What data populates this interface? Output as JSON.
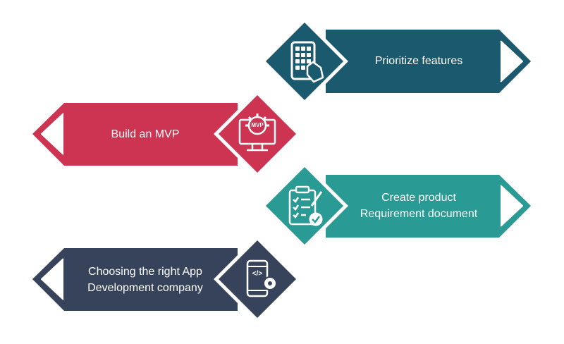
{
  "steps": [
    {
      "label": "Prioritize features",
      "icon": "tablet-touch-icon",
      "color": "#1b5a6e",
      "direction": "right"
    },
    {
      "label": "Build an MVP",
      "icon": "mvp-gear-monitor-icon",
      "color": "#cc3451",
      "direction": "left"
    },
    {
      "label_line1": "Create product",
      "label_line2": "Requirement document",
      "icon": "checklist-clipboard-icon",
      "color": "#2a9a94",
      "direction": "right"
    },
    {
      "label_line1": "Choosing the right App",
      "label_line2": "Development company",
      "icon": "mobile-code-settings-icon",
      "color": "#36435a",
      "direction": "left"
    }
  ],
  "icon_text": {
    "mvp": "MVP",
    "code": "</>"
  }
}
